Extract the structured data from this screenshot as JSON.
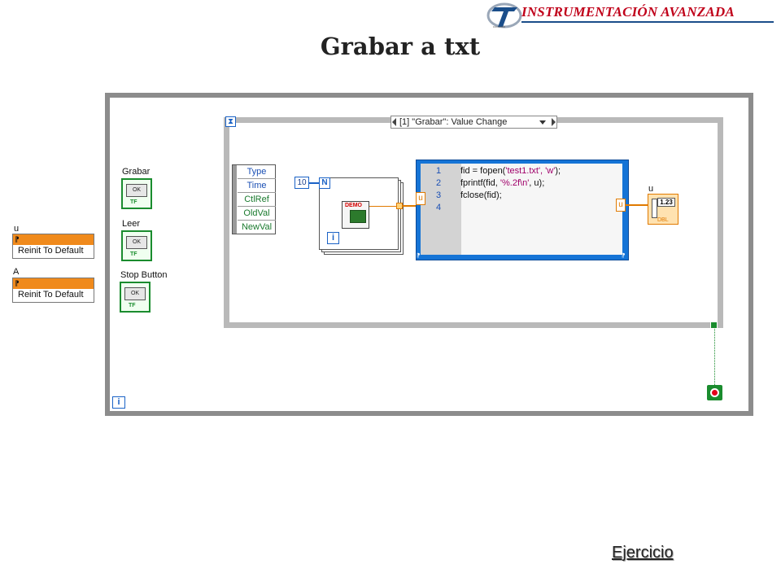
{
  "header": {
    "brand": "INSTRUMENTACIÓN AVANZADA",
    "title": "Grabar a txt"
  },
  "controls": {
    "grabar_label": "Grabar",
    "leer_label": "Leer",
    "stop_label": "Stop Button",
    "ok_text": "OK",
    "tf_text": "TF"
  },
  "invoke_nodes": [
    {
      "label": "u",
      "text": "Reinit To Default"
    },
    {
      "label": "A",
      "text": "Reinit To Default"
    }
  ],
  "event_structure": {
    "selector": "[1] \"Grabar\": Value Change",
    "data_items": [
      "Type",
      "Time",
      "CtlRef",
      "OldVal",
      "NewVal"
    ]
  },
  "for_loop": {
    "count_const": "10",
    "n_terminal": "N",
    "i_terminal": "i",
    "demo_text": "DEMO"
  },
  "while_loop": {
    "i_terminal": "i"
  },
  "script_node": {
    "input_name": "u",
    "output_name": "u",
    "line_numbers": [
      "1",
      "2",
      "3",
      "4"
    ],
    "lines": [
      {
        "pre": "fid = fopen(",
        "str": "'test1.txt', 'w'",
        "post": ");"
      },
      {
        "pre": "fprintf(fid, ",
        "str": "'%.2f\\n'",
        "post": ", u);"
      },
      {
        "pre": "fclose(fid);",
        "str": "",
        "post": ""
      },
      {
        "pre": "",
        "str": "",
        "post": ""
      }
    ]
  },
  "indicator": {
    "label": "u",
    "display": "1.23",
    "type": "DBL"
  },
  "footer": {
    "exercise": "Ejercicio"
  },
  "colors": {
    "brand_red": "#c0001a",
    "script_blue": "#1574d6",
    "wire_orange": "#e07a00",
    "bool_green": "#1a8c2e"
  }
}
